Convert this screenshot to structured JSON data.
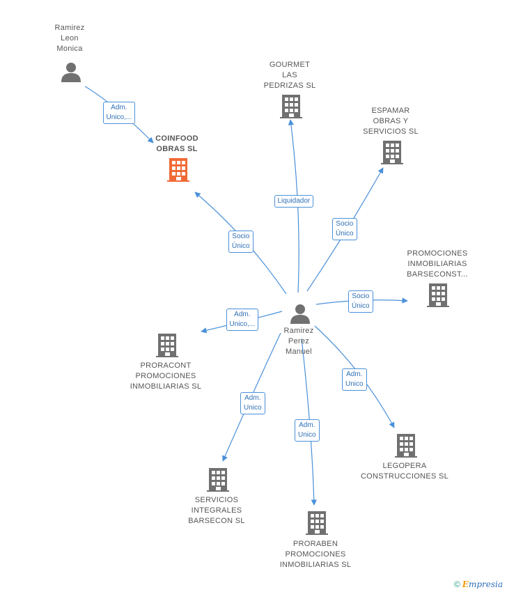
{
  "colors": {
    "edge": "#4a90d9",
    "icon": "#707070",
    "highlight_icon": "#f06a35"
  },
  "nodes": {
    "ramirez_leon_monica": {
      "lines": [
        "Ramirez",
        "Leon",
        "Monica"
      ],
      "type": "person"
    },
    "ramirez_perez_manuel": {
      "lines": [
        "Ramirez",
        "Perez",
        "Manuel"
      ],
      "type": "person"
    },
    "coinfood": {
      "lines": [
        "COINFOOD",
        "OBRAS  SL"
      ],
      "type": "company",
      "highlight": true
    },
    "gourmet": {
      "lines": [
        "GOURMET",
        "LAS",
        "PEDRIZAS  SL"
      ],
      "type": "company"
    },
    "espamar": {
      "lines": [
        "ESPAMAR",
        "OBRAS Y",
        "SERVICIOS  SL"
      ],
      "type": "company"
    },
    "promociones_barseconst": {
      "lines": [
        "PROMOCIONES",
        "INMOBILIARIAS",
        "BARSECONST..."
      ],
      "type": "company"
    },
    "proracont": {
      "lines": [
        "PRORACONT",
        "PROMOCIONES",
        "INMOBILIARIAS SL"
      ],
      "type": "company"
    },
    "legopera": {
      "lines": [
        "LEGOPERA",
        "CONSTRUCCIONES SL"
      ],
      "type": "company"
    },
    "servicios_integrales": {
      "lines": [
        "SERVICIOS",
        "INTEGRALES",
        "BARSECON SL"
      ],
      "type": "company"
    },
    "proraben": {
      "lines": [
        "PRORABEN",
        "PROMOCIONES",
        "INMOBILIARIAS SL"
      ],
      "type": "company"
    }
  },
  "edges": [
    {
      "from": "ramirez_leon_monica",
      "to": "coinfood",
      "label": [
        "Adm.",
        "Unico,..."
      ]
    },
    {
      "from": "ramirez_perez_manuel",
      "to": "coinfood",
      "label": [
        "Socio",
        "Único"
      ]
    },
    {
      "from": "ramirez_perez_manuel",
      "to": "gourmet",
      "label": [
        "Liquidador"
      ]
    },
    {
      "from": "ramirez_perez_manuel",
      "to": "espamar",
      "label": [
        "Socio",
        "Único"
      ]
    },
    {
      "from": "ramirez_perez_manuel",
      "to": "promociones_barseconst",
      "label": [
        "Socio",
        "Único"
      ]
    },
    {
      "from": "ramirez_perez_manuel",
      "to": "proracont",
      "label": [
        "Adm.",
        "Unico,..."
      ]
    },
    {
      "from": "ramirez_perez_manuel",
      "to": "legopera",
      "label": [
        "Adm.",
        "Unico"
      ]
    },
    {
      "from": "ramirez_perez_manuel",
      "to": "servicios_integrales",
      "label": [
        "Adm.",
        "Unico"
      ]
    },
    {
      "from": "ramirez_perez_manuel",
      "to": "proraben",
      "label": [
        "Adm.",
        "Unico"
      ]
    }
  ],
  "footer": {
    "copyright_symbol": "©",
    "brand_first": "E",
    "brand_rest": "mpresia"
  }
}
